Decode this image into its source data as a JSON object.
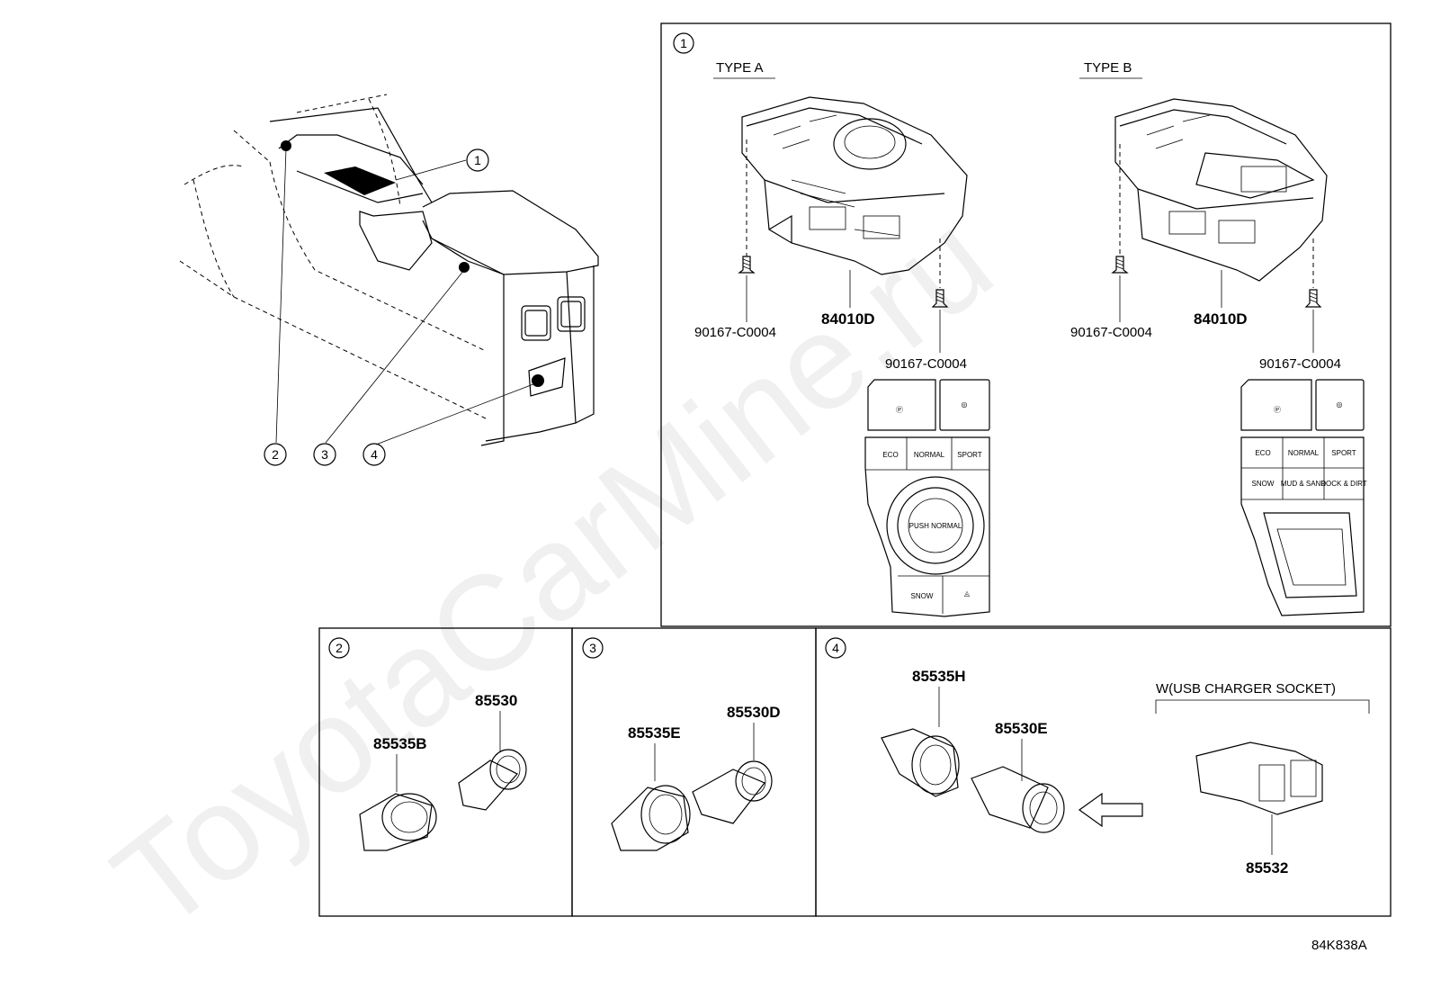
{
  "watermark": "ToyotaCarMine.ru",
  "overview": {
    "callouts": [
      "1",
      "2",
      "3",
      "4"
    ]
  },
  "panel1": {
    "callout": "1",
    "type_a": {
      "title": "TYPE A",
      "assembly_part": "84010D",
      "screw_left": "90167-C0004",
      "screw_right": "90167-C0004",
      "buttons": [
        "ECO",
        "NORMAL",
        "SPORT",
        "PUSH NORMAL",
        "SNOW"
      ]
    },
    "type_b": {
      "title": "TYPE B",
      "assembly_part": "84010D",
      "screw_left": "90167-C0004",
      "screw_right": "90167-C0004",
      "buttons": [
        "ECO",
        "NORMAL",
        "SPORT",
        "SNOW",
        "MUD & SAND",
        "ROCK & DIRT"
      ]
    }
  },
  "panel2": {
    "callout": "2",
    "parts": [
      "85530",
      "85535B"
    ]
  },
  "panel3": {
    "callout": "3",
    "parts": [
      "85530D",
      "85535E"
    ]
  },
  "panel4": {
    "callout": "4",
    "parts": [
      "85535H",
      "85530E",
      "85532"
    ],
    "variant_label": "W(USB CHARGER SOCKET)"
  },
  "drawing_code": "84K838A"
}
